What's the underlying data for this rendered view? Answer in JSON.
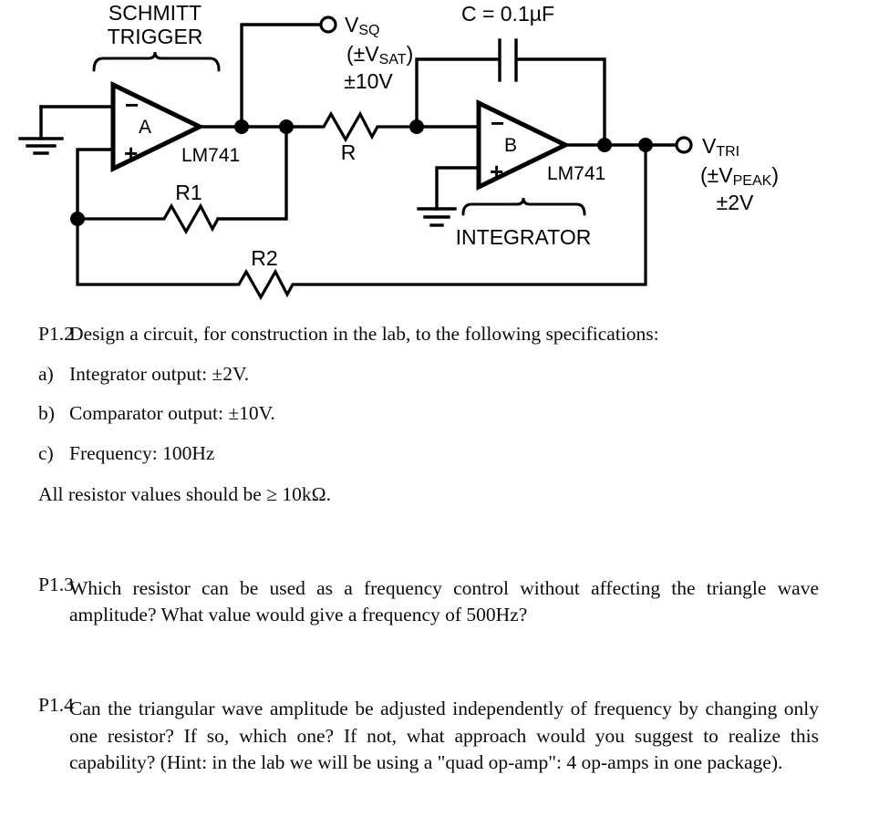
{
  "figure": {
    "schmitt_label": "SCHMITT\nTRIGGER",
    "schmitt_label_line1": "SCHMITT",
    "schmitt_label_line2": "TRIGGER",
    "integrator_label": "INTEGRATOR",
    "opamp_a_letter": "A",
    "opamp_b_letter": "B",
    "opamp_a_part": "LM741",
    "opamp_b_part": "LM741",
    "opamp_minus": "−",
    "opamp_plus": "+",
    "capacitor_label": "C = 0.1µF",
    "resistor_r": "R",
    "resistor_r1": "R1",
    "resistor_r2": "R2",
    "vsq": {
      "name_main": "V",
      "name_sub": "SQ",
      "line2_pre": "(±V",
      "line2_sub": "SAT",
      "line2_post": ")",
      "line3": "±10V"
    },
    "vtri": {
      "name_main": "V",
      "name_sub": "TRI",
      "line2_pre": "(±V",
      "line2_sub": "PEAK",
      "line2_post": ")",
      "line3": "±2V"
    },
    "colors": {
      "wire": "#000000",
      "background": "#ffffff"
    }
  },
  "problems": [
    {
      "id": "P1.2",
      "text": "Design a circuit, for construction in the lab, to the following specifications:"
    },
    {
      "id": "a)",
      "text": "Integrator output: ±2V."
    },
    {
      "id": "b)",
      "text": "Comparator output: ±10V."
    },
    {
      "id": "c)",
      "text": "Frequency: 100Hz"
    }
  ],
  "resistor_note": "All resistor values should be ≥ 10kΩ.",
  "p13": {
    "id": "P1.3",
    "text": "Which resistor can be used as a frequency control without affecting the triangle wave amplitude?  What value would give a frequency of 500Hz?"
  },
  "p14": {
    "id": "P1.4",
    "text": "Can the triangular wave amplitude be adjusted independently of frequency by changing only one resistor?  If so, which one?  If not, what approach would you suggest to realize this capability? (Hint: in the lab we will be using a \"quad op-amp\": 4 op-amps in one package)."
  }
}
